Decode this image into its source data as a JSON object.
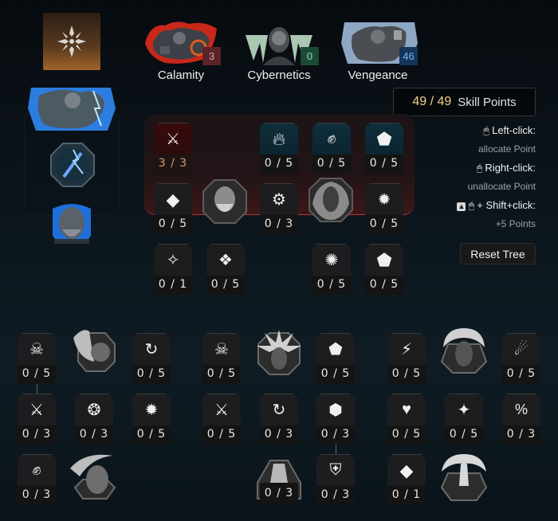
{
  "class_emblem": {
    "icon": "spiked-crest-icon"
  },
  "specializations": [
    {
      "name": "Calamity",
      "points": "3",
      "badge_color": "#5a2328",
      "text_color": "#e0a0a0",
      "art_tint": "#d8331f"
    },
    {
      "name": "Cybernetics",
      "points": "0",
      "badge_color": "#1d4a35",
      "text_color": "#8ee0a8",
      "art_tint": "#9fc2a8"
    },
    {
      "name": "Vengeance",
      "points": "46",
      "badge_color": "#13365a",
      "text_color": "#79b8f0",
      "art_tint": "#8aa8c8"
    }
  ],
  "skill_points": {
    "value": "49 / 49",
    "label": "Skill Points"
  },
  "help": {
    "left_click_key": "Left-click:",
    "left_click_desc": "allocate Point",
    "right_click_key": "Right-click:",
    "right_click_desc": "unallocate Point",
    "shift_click_key": "+ Shift+click:",
    "shift_click_desc": "+5 Points"
  },
  "reset_button": {
    "label": "Reset Tree"
  },
  "left_column": {
    "items": [
      {
        "name": "vengeance-spec-art",
        "icon": "warrior-lightning-icon"
      },
      {
        "name": "lightning-sword-node",
        "icon": "lightning-sword-icon"
      },
      {
        "name": "bearded-warrior-node",
        "icon": "bearded-warrior-icon"
      }
    ]
  },
  "top_tree": {
    "nodes": [
      {
        "icon": "shield-wings-icon",
        "rank": "3 / 3",
        "state": "active"
      },
      {
        "icon": "flame-icon",
        "rank": "0 / 5",
        "state": "blue"
      },
      {
        "icon": "fist-strike-icon",
        "rank": "0 / 5",
        "state": "blue"
      },
      {
        "icon": "pentagon-shield-icon",
        "rank": "0 / 5",
        "state": "blue"
      },
      {
        "icon": "diamond-spiral-icon",
        "rank": "0 / 5"
      },
      {
        "icon": "chip-wrench-icon",
        "rank": "0 / 3"
      },
      {
        "icon": "fist-burst-icon",
        "rank": "0 / 5"
      },
      {
        "icon": "halo-spikes-icon",
        "rank": "0 / 1"
      },
      {
        "icon": "diamond-wings-icon",
        "rank": "0 / 5"
      },
      {
        "icon": "burst-clock-icon",
        "rank": "0 / 5"
      },
      {
        "icon": "shield-fist-icon",
        "rank": "0 / 5"
      }
    ],
    "keystones": [
      {
        "icon": "bearded-portrait-icon"
      },
      {
        "icon": "flaming-figure-icon"
      }
    ]
  },
  "bottom_tree": {
    "nodes": [
      {
        "icon": "demon-mask-icon",
        "rank": "0 / 5"
      },
      {
        "icon": "fist-cycle-icon",
        "rank": "0 / 5"
      },
      {
        "icon": "crossed-mask-icon",
        "rank": "0 / 3"
      },
      {
        "icon": "gear-pentagon-icon",
        "rank": "0 / 3"
      },
      {
        "icon": "burst-leaf-icon",
        "rank": "0 / 5"
      },
      {
        "icon": "broken-fist-icon",
        "rank": "0 / 3"
      },
      {
        "icon": "skull-icon",
        "rank": "0 / 5"
      },
      {
        "icon": "flame-crest-icon",
        "rank": "0 / 5"
      },
      {
        "icon": "crossed-shield-fist-icon",
        "rank": "0 / 5"
      },
      {
        "icon": "rotating-fist-icon",
        "rank": "0 / 3"
      },
      {
        "icon": "shield-bomb-icon",
        "rank": "0 / 3"
      },
      {
        "icon": "crystal-prism-icon",
        "rank": "0 / 3"
      },
      {
        "icon": "winged-shield-icon",
        "rank": "0 / 3"
      },
      {
        "icon": "fire-bolt-icon",
        "rank": "0 / 5"
      },
      {
        "icon": "rocket-icon",
        "rank": "0 / 5"
      },
      {
        "icon": "heart-fist-icon",
        "rank": "0 / 5"
      },
      {
        "icon": "spike-cluster-icon",
        "rank": "0 / 5"
      },
      {
        "icon": "percent-shield-icon",
        "rank": "0 / 3"
      },
      {
        "icon": "diamond-percent-icon",
        "rank": "0 / 1"
      }
    ],
    "keystones": [
      {
        "icon": "blade-fist-icon"
      },
      {
        "icon": "scythe-warrior-icon"
      },
      {
        "icon": "exploding-head-icon"
      },
      {
        "icon": "hooded-head-icon"
      },
      {
        "icon": "masked-face-icon"
      }
    ]
  }
}
